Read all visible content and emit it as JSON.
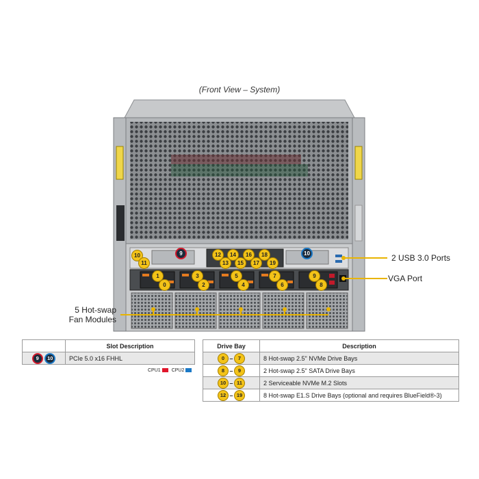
{
  "title": "(Front View – System)",
  "callouts": {
    "usb": "2 USB 3.0 Ports",
    "vga": "VGA Port",
    "fan_line1": "5 Hot-swap",
    "fan_line2": "Fan Modules"
  },
  "badges": {
    "pcie_cpu1": "9",
    "pcie_cpu2": "10",
    "m2": [
      "10",
      "11"
    ],
    "e1s_top": [
      "12",
      "14",
      "16",
      "18"
    ],
    "e1s_bottom": [
      "13",
      "15",
      "17",
      "19"
    ],
    "nvme_top": [
      "1",
      "3",
      "5",
      "7"
    ],
    "nvme_bottom": [
      "0",
      "2",
      "4",
      "6"
    ],
    "sata": [
      "9",
      "8"
    ]
  },
  "slot_table": {
    "col_header": "Slot Description",
    "rows": [
      {
        "badge_a": "9",
        "badge_b": "10",
        "desc": "PCIe 5.0 x16 FHHL"
      }
    ],
    "legend": {
      "cpu1": "CPU1",
      "cpu2": "CPU2",
      "cpu1_color": "#e0162b",
      "cpu2_color": "#1b79c7"
    }
  },
  "drive_table": {
    "col_drive": "Drive Bay",
    "col_desc": "Description",
    "dash": "–",
    "rows": [
      {
        "from": "0",
        "to": "7",
        "desc": "8 Hot-swap 2.5\" NVMe Drive Bays"
      },
      {
        "from": "8",
        "to": "9",
        "desc": "2 Hot-swap 2.5\" SATA Drive Bays"
      },
      {
        "from": "10",
        "to": "11",
        "desc": "2 Serviceable NVMe M.2 Slots"
      },
      {
        "from": "12",
        "to": "19",
        "desc": "8 Hot-swap E1.S Drive Bays (optional and requires BlueField®-3)"
      }
    ]
  },
  "colors": {
    "badge_yellow": "#f3c318",
    "callout_line": "#e8b400",
    "chassis": "#9ea1a4",
    "cpu1_red": "#e0162b",
    "cpu2_blue": "#1b79c7"
  }
}
